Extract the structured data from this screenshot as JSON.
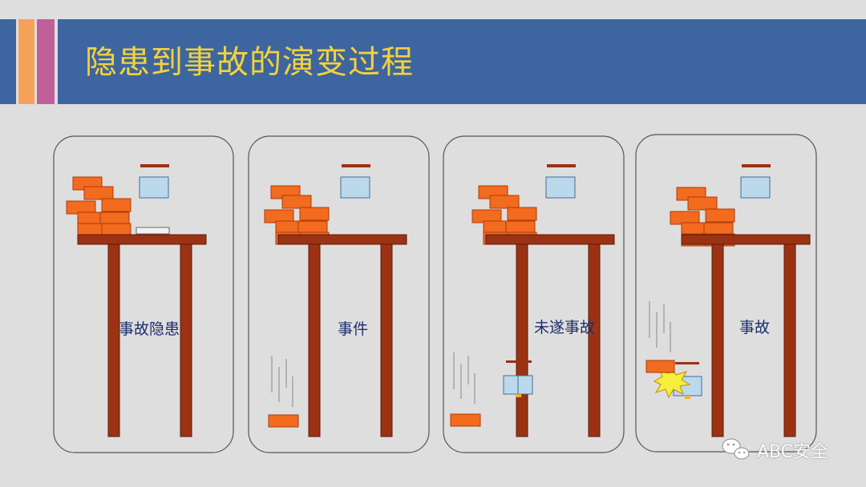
{
  "slide": {
    "title": "隐患到事故的演变过程"
  },
  "panels": [
    {
      "label": "事故隐患"
    },
    {
      "label": "事件"
    },
    {
      "label": "未遂事故"
    },
    {
      "label": "事故"
    }
  ],
  "watermark": {
    "text": "ABC安全",
    "icon": "wechat-icon"
  },
  "colors": {
    "header": "#3d65a0",
    "title_text": "#f3d23b",
    "brick": "#f26b1f",
    "table": "#9b3214",
    "label_text": "#1c2f6e"
  }
}
